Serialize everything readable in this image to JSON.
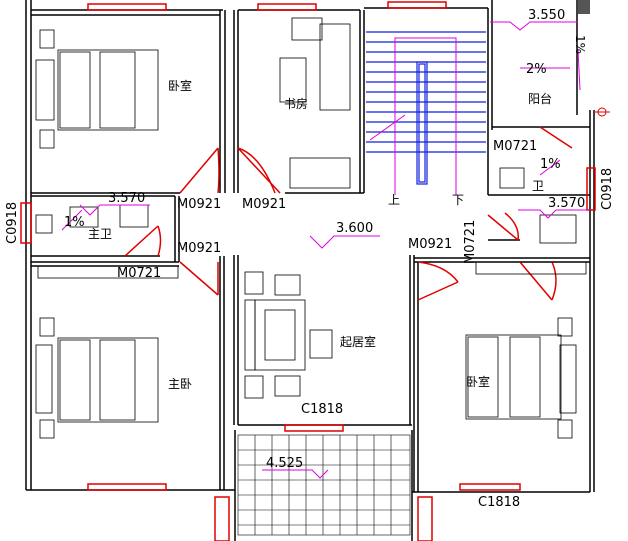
{
  "colors": {
    "wall": "#000000",
    "door": "#e00000",
    "stair": "#1020e0",
    "accent": "#e000e0",
    "window": "#e00000"
  },
  "rooms": {
    "bedroom_top_left": "卧室",
    "study": "书房",
    "balcony": "阳台",
    "master_bath": "主卫",
    "bath_right": "卫",
    "master_bedroom": "主卧",
    "living_room": "起居室",
    "bedroom_bottom_right": "卧室"
  },
  "elevations": {
    "balcony": "3.550",
    "master_bath": "3.570",
    "bath_right": "3.570",
    "living": "3.600",
    "terrace": "4.525"
  },
  "slopes": {
    "master_bath": "1%",
    "bath_right": "1%",
    "balcony_a": "2%",
    "balcony_b": "1%"
  },
  "doors": {
    "study_left": "M0921",
    "study_right": "M0921",
    "bedroom_left": "M0921",
    "master_bath": "M0721",
    "bath_right": "M0721",
    "bedroom_right": "M0921",
    "stair_side": "M0721"
  },
  "windows": {
    "left_wall": "C0918",
    "right_wall": "C0918",
    "living": "C1818",
    "bedroom_bottom": "C1818"
  },
  "stairs": {
    "up": "上",
    "down": "下"
  }
}
